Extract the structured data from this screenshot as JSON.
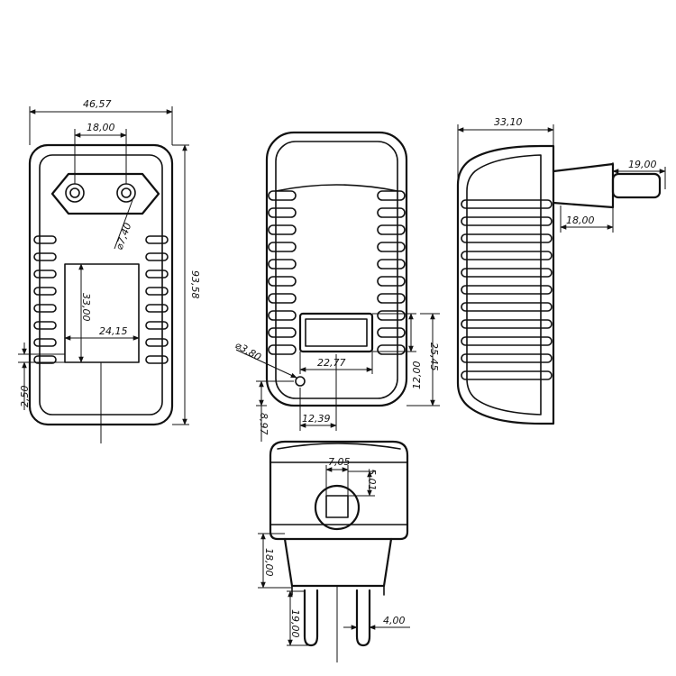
{
  "drawing": {
    "front_view": {
      "width": "46,57",
      "pin_spacing": "18,00",
      "pin_diameter": "⌀7,40",
      "height": "93,58",
      "label_height": "33,00",
      "label_width": "24,15",
      "bottom_offset": "2,50"
    },
    "back_view": {
      "led_diameter": "⌀3,80",
      "window_width": "22,77",
      "window_height": "12,00",
      "window_offset": "25,45",
      "led_horizontal": "12,39",
      "led_vertical": "8,97"
    },
    "side_view": {
      "depth": "33,10",
      "pin_length": "19,00",
      "pin_offset": "18,00"
    },
    "bottom_view": {
      "socket_width": "7,05",
      "socket_height": "5,01",
      "plug_length": "18,00",
      "pin_length": "19,00",
      "pin_diameter": "4,00"
    }
  }
}
